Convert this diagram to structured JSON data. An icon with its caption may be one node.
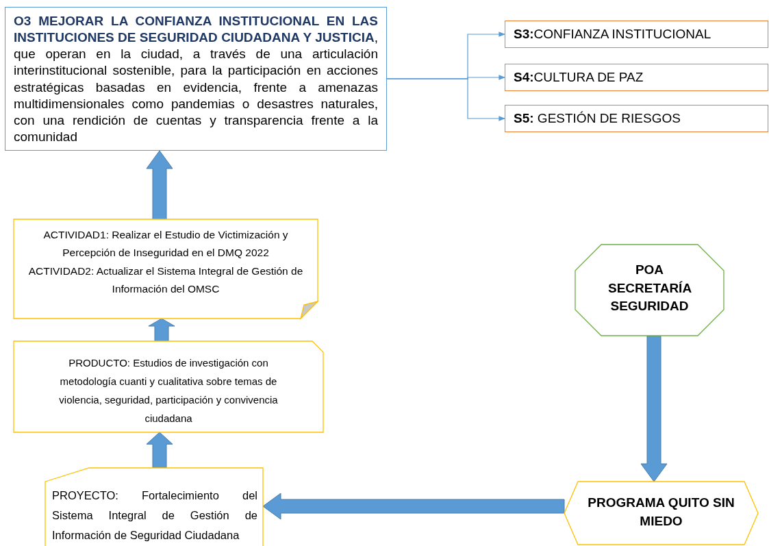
{
  "diagram": {
    "nodes": [
      {
        "text": [
          "**O3 MEJORAR LA CONFIANZA INSTITUCIONAL EN LAS INSTITUCIONES DE SEGURIDAD CIUDADANA Y JUSTICIA**, que operan en la ciudad, a través de una articulación interinstitucional sostenible, para la participación en acciones estratégicas basadas en evidencia,  frente a amenazas multidimensionales como pandemias o desastres naturales,  con una rendición de cuentas y transparencia frente a la comunidad"
        ]
      },
      {
        "text": [
          "**S3:**CONFIANZA INSTITUCIONAL"
        ]
      },
      {
        "text": [
          "**S4:**CULTURA DE PAZ"
        ]
      },
      {
        "text": [
          "**S5:** GESTIÓN DE RIESGOS"
        ]
      },
      {
        "text": [
          "ACTIVIDAD1: Realizar el Estudio de Victimización y Percepción de Inseguridad en el DMQ 2022",
          "ACTIVIDAD2: Actualizar el Sistema Integral de Gestión de Información del OMSC"
        ]
      },
      {
        "text": [
          "PRODUCTO: Estudios de investigación con metodología cuanti y cualitativa sobre temas de violencia, seguridad, participación y convivencia ciudadana"
        ]
      },
      {
        "text": [
          "PROYECTO: Fortalecimiento del Sistema Integral de Gestión de Información de Seguridad Ciudadana"
        ]
      },
      {
        "text": [
          "POA SECRETARÍA SEGURIDAD"
        ]
      },
      {
        "text": [
          "PROGRAMA QUITO SIN MIEDO"
        ]
      }
    ],
    "edges": [
      {
        "from": 0,
        "to": 1,
        "arrow": "to"
      },
      {
        "from": 0,
        "to": 2,
        "arrow": "to"
      },
      {
        "from": 0,
        "to": 3,
        "arrow": "to"
      },
      {
        "from": 4,
        "to": 0,
        "arrow": "to",
        "style": "thick"
      },
      {
        "from": 5,
        "to": 4,
        "arrow": "to",
        "style": "thick"
      },
      {
        "from": 6,
        "to": 5,
        "arrow": "to",
        "style": "thick"
      },
      {
        "from": 7,
        "to": 8,
        "arrow": "to",
        "style": "thick"
      },
      {
        "from": 8,
        "to": 6,
        "arrow": "to",
        "style": "thick"
      }
    ]
  }
}
